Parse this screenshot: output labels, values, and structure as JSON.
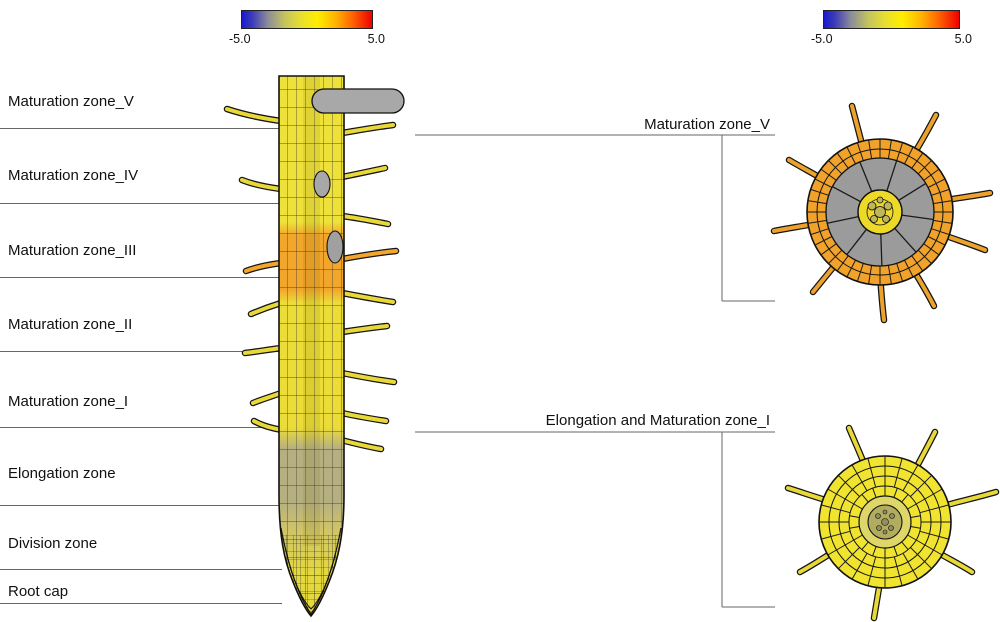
{
  "colorbars": {
    "left": {
      "min": "-5.0",
      "max": "5.0"
    },
    "right": {
      "min": "-5.0",
      "max": "5.0"
    }
  },
  "zones": [
    {
      "label": "Maturation zone_V"
    },
    {
      "label": "Maturation zone_IV"
    },
    {
      "label": "Maturation zone_III"
    },
    {
      "label": "Maturation zone_II"
    },
    {
      "label": "Maturation zone_I"
    },
    {
      "label": "Elongation zone"
    },
    {
      "label": "Division zone"
    },
    {
      "label": "Root cap"
    }
  ],
  "cross_sections": [
    {
      "label": "Maturation zone_V"
    },
    {
      "label": "Elongation and Maturation zone_I"
    }
  ],
  "colors": {
    "scale_min_color": "#1a1acd",
    "scale_max_color": "#f00000",
    "root_yellow": "#ecdc38",
    "root_orange": "#f2a62c",
    "root_grey": "#a8a8a8"
  }
}
